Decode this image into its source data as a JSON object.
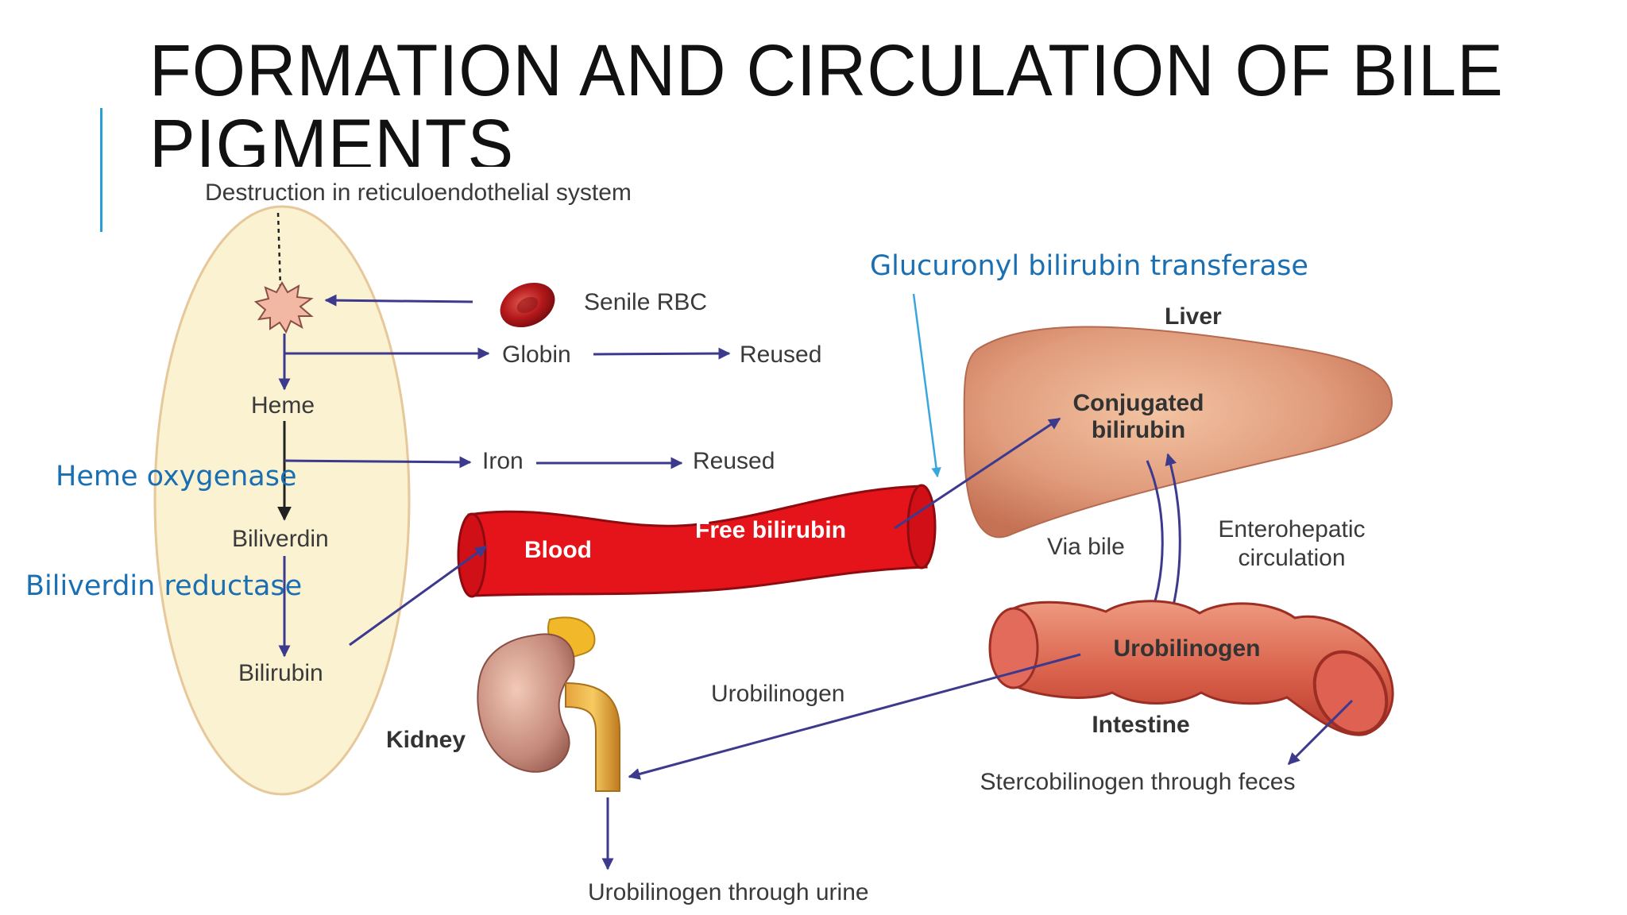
{
  "slide": {
    "title": "FORMATION AND CIRCULATION OF BILE PIGMENTS",
    "accent_color": "#2a9fd6"
  },
  "diagram": {
    "top_label": "Destruction in reticuloendothelial system",
    "rbc_label": "Senile RBC",
    "globin_label": "Globin",
    "reused_1": "Reused",
    "heme_label": "Heme",
    "iron_label": "Iron",
    "reused_2": "Reused",
    "biliverdin_label": "Biliverdin",
    "bilirubin_label": "Bilirubin",
    "blood_label": "Blood",
    "free_bilirubin_label": "Free bilirubin",
    "liver_label": "Liver",
    "conjugated_line1": "Conjugated",
    "conjugated_line2": "bilirubin",
    "via_bile_label": "Via bile",
    "enterohepatic_line1": "Enterohepatic",
    "enterohepatic_line2": "circulation",
    "urobilinogen_intestine": "Urobilinogen",
    "intestine_label": "Intestine",
    "stercobilinogen_label": "Stercobilinogen through feces",
    "urobilinogen_arrow_label": "Urobilinogen",
    "kidney_label": "Kidney",
    "urine_label": "Urobilinogen through urine",
    "enzyme_color": "#1a6fb3",
    "flow_color": "#3d3a8e"
  },
  "enzymes": {
    "glucuronyl": "Glucuronyl bilirubin transferase",
    "heme_oxygenase": "Heme oxygenase",
    "biliverdin_reductase": "Biliverdin reductase"
  }
}
